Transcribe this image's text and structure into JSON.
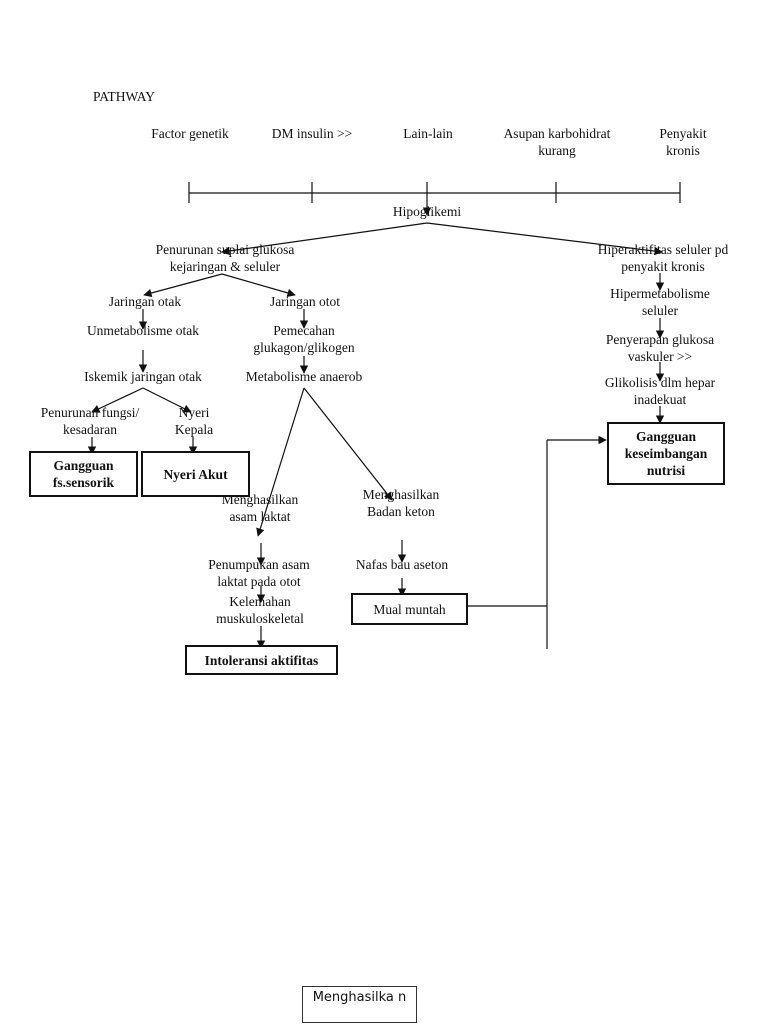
{
  "title": "PATHWAY",
  "causes": {
    "c1": "Factor genetik",
    "c2": "DM insulin >>",
    "c3": "Lain-lain",
    "c4": "Asupan karbohidrat kurang",
    "c5": "Penyakit kronis"
  },
  "nodes": {
    "hipoglikemi": "Hipoglikemi",
    "penurunan_suplai": "Penurunan suplai glukosa kejaringan & seluler",
    "jaringan_otak": "Jaringan otak",
    "jaringan_otot": "Jaringan otot",
    "unmetabolisme": "Unmetabolisme otak",
    "iskemik": "Iskemik jaringan otak",
    "penurunan_fungsi": "Penurunan fungsi/ kesadaran",
    "nyeri_kepala": "Nyeri Kepala",
    "pemecahan": "Pemecahan glukagon/glikogen",
    "metabolisme_anaerob": "Metabolisme anaerob",
    "asam_laktat": "Menghasilkan asam laktat",
    "badan_keton": "Menghasilkan Badan keton",
    "penumpukan": "Penumpukan asam laktat pada otot",
    "kelemahan": "Kelemahan muskuloskeletal",
    "nafas": "Nafas bau aseton",
    "hiperaktifitas": "Hiperaktifitas seluler pd penyakit kronis",
    "hipermetabolisme": "Hipermetabolisme seluler",
    "penyerapan": "Penyerapan glukosa vaskuler >>",
    "glikolisis": "Glikolisis dlm hepar inadekuat"
  },
  "diagnoses": {
    "sensorik": "Gangguan fs.sensorik",
    "nyeri_akut": "Nyeri Akut",
    "intoleransi": "Intoleransi aktifitas",
    "mual": "Mual muntah",
    "nutrisi": "Gangguan keseimbangan nutrisi"
  },
  "footer_box": "Menghasilka n"
}
